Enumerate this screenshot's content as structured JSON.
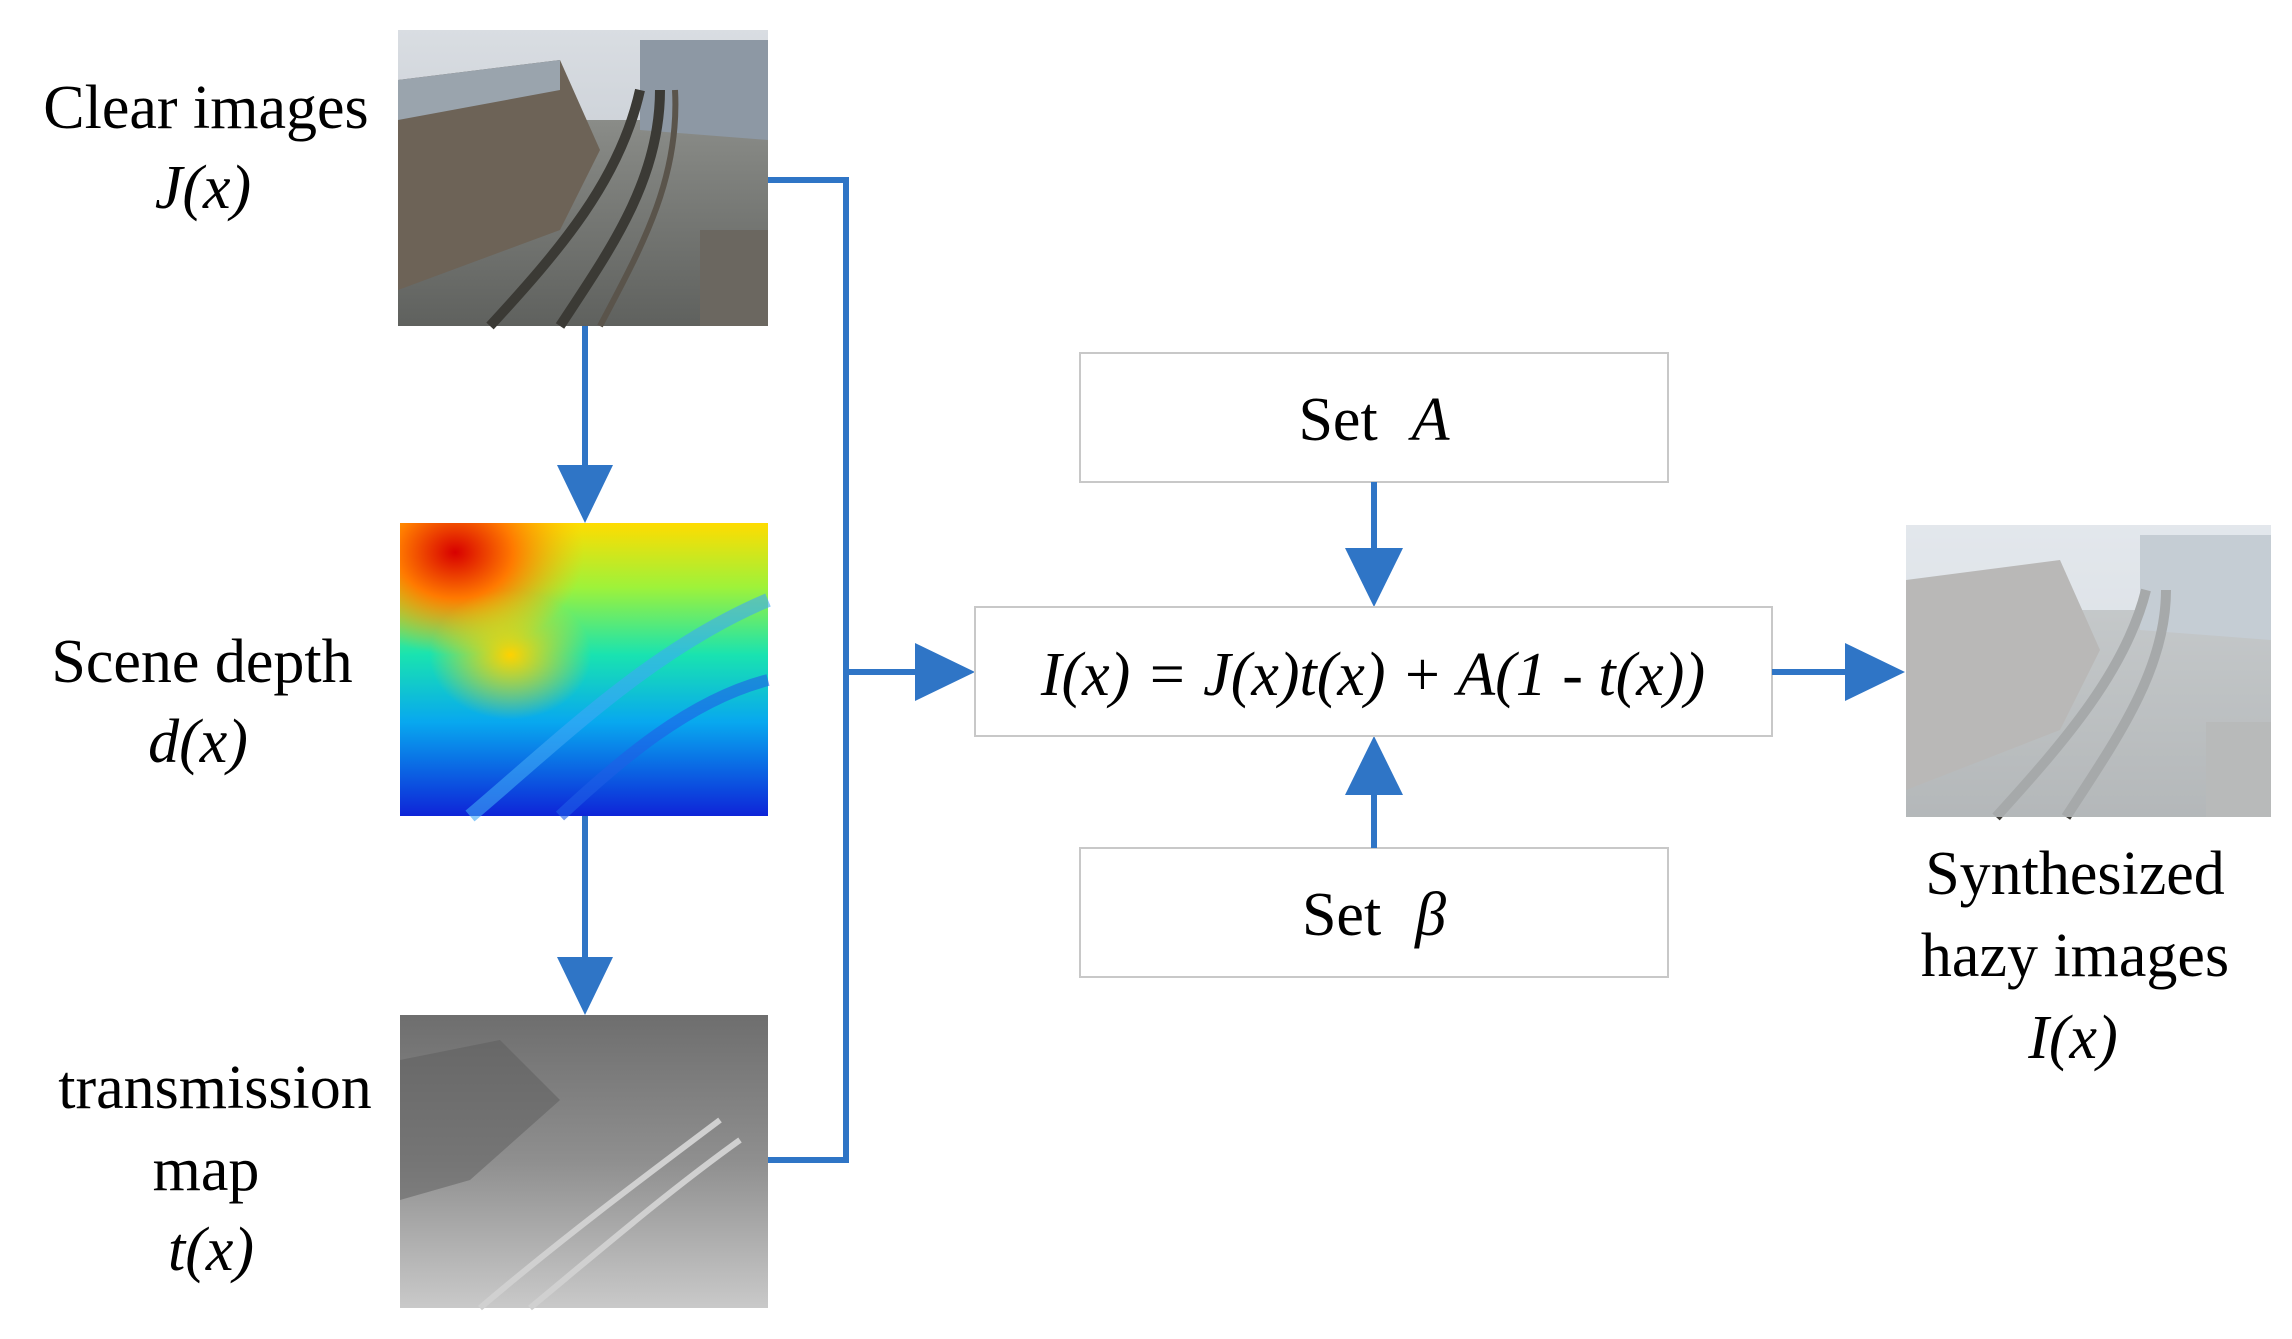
{
  "inputs": {
    "clear": {
      "title": "Clear images",
      "symbol": "J(x)"
    },
    "depth": {
      "title": "Scene depth",
      "symbol": "d(x)"
    },
    "transmission": {
      "title_line1": "transmission",
      "title_line2": "map",
      "symbol": "t(x)"
    }
  },
  "parameters": {
    "a": {
      "word": "Set",
      "symbol": "A"
    },
    "beta": {
      "word": "Set",
      "symbol": "β"
    }
  },
  "formula": "I(x) = J(x)t(x) + A(1 - t(x))",
  "output": {
    "line1": "Synthesized",
    "line2": "hazy images",
    "symbol": "I(x)"
  },
  "colors": {
    "arrow": "#2f75c6",
    "box_border": "#c8c8c8"
  },
  "icons": {
    "clear": "railway-photo-icon",
    "depth": "depth-heatmap-icon",
    "transmission": "transmission-map-icon",
    "hazy": "hazy-railway-photo-icon"
  }
}
